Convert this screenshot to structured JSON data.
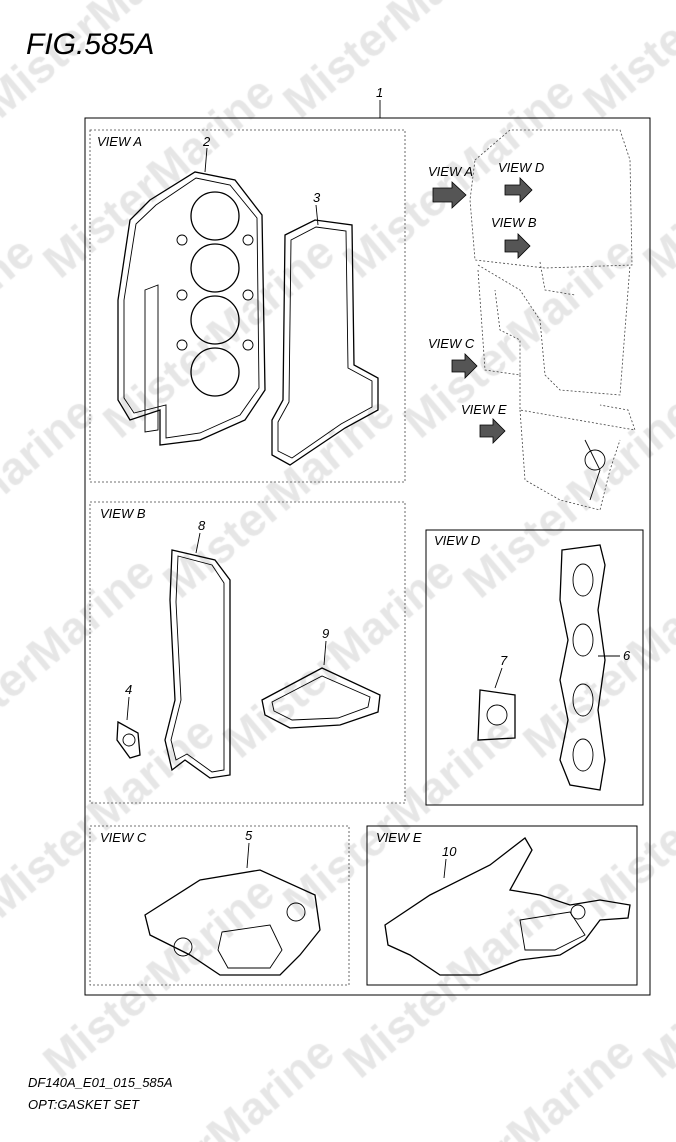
{
  "figure": {
    "title": "FIG.585A"
  },
  "watermark": "MisterMarine",
  "callouts": {
    "assembly": "1"
  },
  "views": {
    "a": {
      "label": "VIEW A",
      "parts": [
        "2",
        "3"
      ]
    },
    "b": {
      "label": "VIEW B",
      "parts": [
        "8",
        "4",
        "9"
      ]
    },
    "c": {
      "label": "VIEW C",
      "parts": [
        "5"
      ]
    },
    "d": {
      "label": "VIEW D",
      "parts": [
        "7",
        "6"
      ]
    },
    "e": {
      "label": "VIEW E",
      "parts": [
        "10"
      ]
    }
  },
  "engine_view_labels": [
    "VIEW A",
    "VIEW D",
    "VIEW B",
    "VIEW C",
    "VIEW E"
  ],
  "footer": {
    "code": "DF140A_E01_015_585A",
    "caption": "OPT:GASKET SET"
  }
}
